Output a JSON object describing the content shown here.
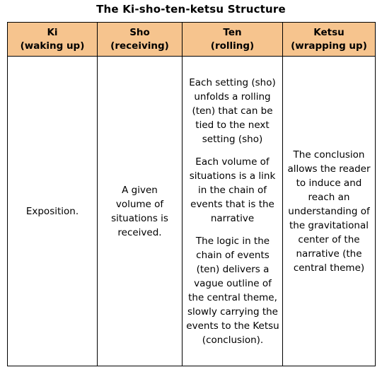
{
  "title": "The Ki-sho-ten-ketsu Structure",
  "headers": [
    {
      "name": "Ki",
      "sub": "(waking up)"
    },
    {
      "name": "Sho",
      "sub": "(receiving)"
    },
    {
      "name": "Ten",
      "sub": "(rolling)"
    },
    {
      "name": "Ketsu",
      "sub": "(wrapping up)"
    }
  ],
  "cells": {
    "ki": "Exposition.",
    "sho": "A given volume of situations is received.",
    "ten": [
      "Each setting (sho) unfolds a rolling (ten) that can be tied to the next setting (sho)",
      "Each volume of situations is a link in the chain of events that is the narrative",
      "The logic in the chain of events (ten) delivers a vague outline of the central theme, slowly carrying the events to the Ketsu (conclusion)."
    ],
    "ketsu": "The conclusion allows the reader to induce and reach an understanding of the gravitational center of the narrative (the central theme)"
  },
  "colors": {
    "header_bg": "#f6c48e",
    "border": "#000000",
    "background": "#ffffff"
  }
}
